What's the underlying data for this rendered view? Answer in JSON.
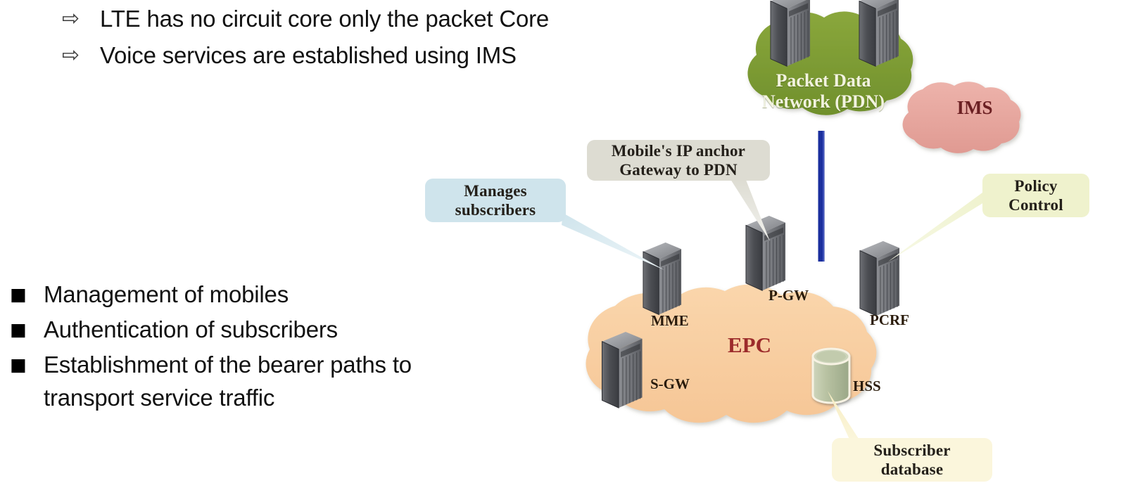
{
  "slide": {
    "background_color": "#ffffff",
    "arrow_bullets": [
      {
        "glyph": "⇨",
        "text": "LTE has no circuit core only the packet Core"
      },
      {
        "glyph": "⇨",
        "text": "Voice services are established using IMS"
      }
    ],
    "square_bullets": [
      {
        "glyph": "■",
        "text": "Management of mobiles"
      },
      {
        "glyph": "■",
        "text": "Authentication of subscribers"
      },
      {
        "glyph": "■",
        "text": "Establishment of the bearer paths to transport service traffic"
      }
    ]
  },
  "diagram": {
    "clouds": [
      {
        "id": "pdn",
        "label": "Packet Data\nNetwork (PDN)",
        "line1": "Packet Data",
        "line2": "Network (PDN)",
        "fill": "#7d9c34",
        "text_color": "#f2f3df"
      },
      {
        "id": "ims",
        "label": "IMS",
        "fill": "#e8a79f",
        "text_color": "#6b1f22"
      },
      {
        "id": "epc",
        "label": "EPC",
        "fill": "#f8cda0",
        "text_color": "#9c2b2b"
      }
    ],
    "nodes": [
      {
        "id": "mme",
        "label": "MME",
        "type": "server"
      },
      {
        "id": "pgw",
        "label": "P-GW",
        "type": "server"
      },
      {
        "id": "pcrf",
        "label": "PCRF",
        "type": "server"
      },
      {
        "id": "sgw",
        "label": "S-GW",
        "type": "server"
      },
      {
        "id": "hss",
        "label": "HSS",
        "type": "database-cylinder"
      }
    ],
    "callouts": [
      {
        "id": "manages",
        "line1": "Manages",
        "line2": "subscribers",
        "fill": "#cfe4ec",
        "points_to": "mme"
      },
      {
        "id": "anchor",
        "line1": "Mobile's IP anchor",
        "line2": "Gateway to PDN",
        "fill": "#dddcd2",
        "points_to": "pgw"
      },
      {
        "id": "policy",
        "line1": "Policy",
        "line2": "Control",
        "fill": "#eff2cd",
        "points_to": "pcrf"
      },
      {
        "id": "subdb",
        "line1": "Subscriber",
        "line2": "database",
        "fill": "#fbf6dc",
        "points_to": "hss"
      }
    ],
    "connections": [
      {
        "id": "pdn-to-pgw",
        "from": "pdn",
        "to": "pgw",
        "color": "#1b2f9e",
        "style": "solid-thick"
      }
    ]
  }
}
